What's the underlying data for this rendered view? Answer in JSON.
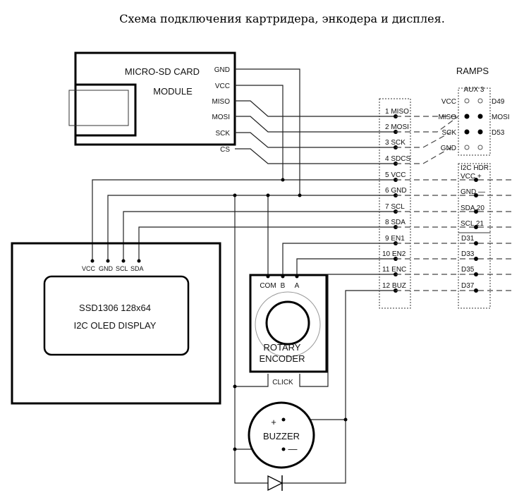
{
  "title": "Схема подключения картридера, энкодера и дисплея.",
  "sd_card": {
    "name1": "MICRO-SD CARD",
    "name2": "MODULE",
    "pins": [
      "GND",
      "VCC",
      "MISO",
      "MOSI",
      "SCK",
      "CS"
    ]
  },
  "connector": {
    "pins": [
      "1  MISO",
      "2  MOSI",
      "3  SCK",
      "4  SDCS",
      "5  VCC",
      "6  GND",
      "7  SCL",
      "8  SDA",
      "9  EN1",
      "10  EN2",
      "11  ENC",
      "12  BUZ"
    ]
  },
  "ramps": {
    "title": "RAMPS",
    "aux3": {
      "title": "AUX 3",
      "left": [
        "VCC",
        "MISO",
        "SCK",
        "GND"
      ],
      "right": [
        "D49",
        "MOSI",
        "D53"
      ]
    },
    "i2c": {
      "title": "I2C HDR",
      "pins": [
        "VCC  +",
        "GND  —",
        "SDA  20",
        "SCL  21"
      ]
    },
    "digital": [
      "D31",
      "D33",
      "D35",
      "D37"
    ]
  },
  "oled": {
    "pins": [
      "VCC",
      "GND",
      "SCL",
      "SDA"
    ],
    "line1": "SSD1306  128x64",
    "line2": "I2C OLED DISPLAY"
  },
  "encoder": {
    "pins": [
      "COM",
      "B",
      "A"
    ],
    "line1": "ROTARY",
    "line2": "ENCODER",
    "click": "CLICK"
  },
  "buzzer": {
    "label": "BUZZER",
    "plus": "+",
    "minus": "—"
  }
}
